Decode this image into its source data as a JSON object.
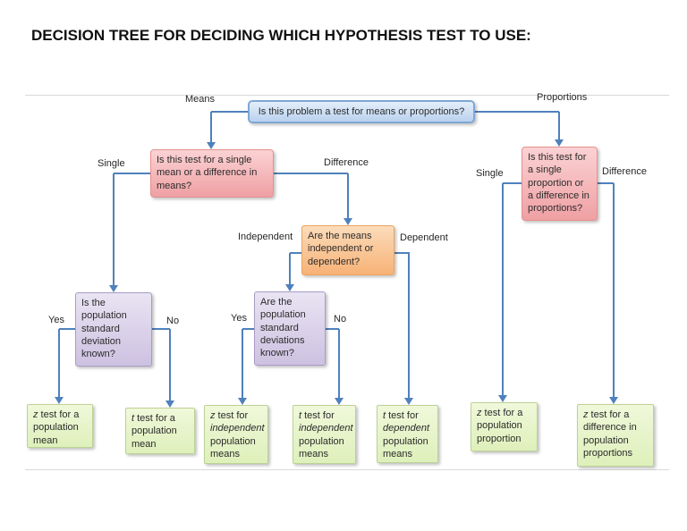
{
  "title": "DECISION TREE FOR DECIDING WHICH HYPOTHESIS TEST TO USE:",
  "diagram": {
    "type": "decision_tree",
    "colors": {
      "connector": "#4f81bd",
      "root_fill": "#c9dcf2",
      "question_pink_fill": "#f3aaad",
      "question_orange_fill": "#f9c793",
      "question_purple_fill": "#d8cde8",
      "leaf_green_fill": "#e6f4c8"
    },
    "nodes": {
      "root": {
        "kind": "question",
        "text": "Is this problem a test for means or proportions?"
      },
      "mean_question": {
        "kind": "question",
        "text": "Is this test for a single mean or a difference in means?"
      },
      "proportion_question": {
        "kind": "question",
        "text": "Is this test for a single proportion or a difference in proportions?"
      },
      "means_dependence_question": {
        "kind": "question",
        "text": "Are the means independent or dependent?"
      },
      "sd_known_question": {
        "kind": "question",
        "text": "Is the population standard deviation known?"
      },
      "sds_known_question": {
        "kind": "question",
        "text": "Are the population standard deviations known?"
      },
      "z_pop_mean": {
        "kind": "leaf",
        "text": "*z* test for a population mean"
      },
      "t_pop_mean": {
        "kind": "leaf",
        "text": "*t* test for a population mean"
      },
      "z_indep_means": {
        "kind": "leaf",
        "text": "*z* test for *independent* population means"
      },
      "t_indep_means": {
        "kind": "leaf",
        "text": "*t* test for *independent* population means"
      },
      "t_dep_means": {
        "kind": "leaf",
        "text": "*t* test for *dependent* population means"
      },
      "z_pop_proportion": {
        "kind": "leaf",
        "text": "*z* test for a population proportion"
      },
      "z_diff_proportions": {
        "kind": "leaf",
        "text": "*z* test for a difference in population proportions"
      }
    },
    "edges": {
      "means": {
        "label": "Means",
        "from": "root",
        "to": "mean_question"
      },
      "proportions": {
        "label": "Proportions",
        "from": "root",
        "to": "proportion_question"
      },
      "single_mean": {
        "label": "Single",
        "from": "mean_question",
        "to": "sd_known_question"
      },
      "difference_means": {
        "label": "Difference",
        "from": "mean_question",
        "to": "means_dependence_question"
      },
      "independent": {
        "label": "Independent",
        "from": "means_dependence_question",
        "to": "sds_known_question"
      },
      "dependent": {
        "label": "Dependent",
        "from": "means_dependence_question",
        "to": "t_dep_means"
      },
      "sd_yes": {
        "label": "Yes",
        "from": "sd_known_question",
        "to": "z_pop_mean"
      },
      "sd_no": {
        "label": "No",
        "from": "sd_known_question",
        "to": "t_pop_mean"
      },
      "sds_yes": {
        "label": "Yes",
        "from": "sds_known_question",
        "to": "z_indep_means"
      },
      "sds_no": {
        "label": "No",
        "from": "sds_known_question",
        "to": "t_indep_means"
      },
      "single_proportion": {
        "label": "Single",
        "from": "proportion_question",
        "to": "z_pop_proportion"
      },
      "difference_proportions": {
        "label": "Difference",
        "from": "proportion_question",
        "to": "z_diff_proportions"
      }
    }
  }
}
